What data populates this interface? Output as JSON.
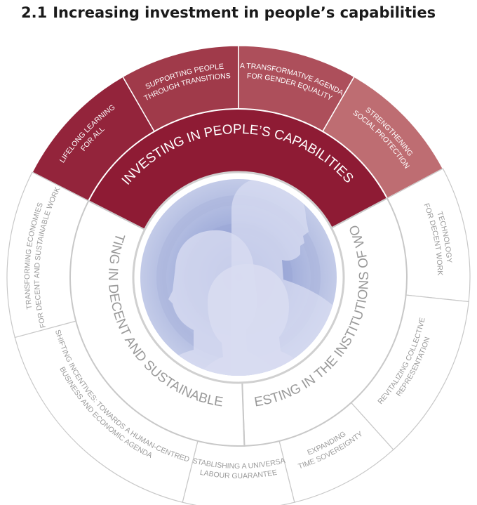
{
  "title": {
    "number": "2.1",
    "text": "Increasing investment in people’s capabilities"
  },
  "diagram": {
    "pillars": [
      {
        "id": "capabilities",
        "label": "Investing in people’s capabilities"
      },
      {
        "id": "institutions",
        "label": "Investing in the institutions of work"
      },
      {
        "id": "decent",
        "label": "Investing in decent and sustainable work"
      }
    ],
    "segments": [
      {
        "id": "lifelong",
        "lines": [
          "Lifelong learning",
          "for all"
        ]
      },
      {
        "id": "transitions",
        "lines": [
          "Supporting people",
          "through transitions"
        ]
      },
      {
        "id": "gender",
        "lines": [
          "A transformative agenda",
          "for gender equality"
        ]
      },
      {
        "id": "protection",
        "lines": [
          "Strengthening",
          "social protection"
        ]
      },
      {
        "id": "technology",
        "lines": [
          "Technology",
          "for decent work"
        ]
      },
      {
        "id": "representation",
        "lines": [
          "Revitalizing collective",
          "representation"
        ]
      },
      {
        "id": "time",
        "lines": [
          "Expanding",
          "time sovereignty"
        ]
      },
      {
        "id": "guarantee",
        "lines": [
          "Establishing a universal",
          "labour guarantee"
        ]
      },
      {
        "id": "incentives",
        "lines": [
          "Shifting incentives: towards a human-centred",
          "business and economic agenda"
        ]
      },
      {
        "id": "economies",
        "lines": [
          "Transforming economies",
          "for decent and sustainable work"
        ]
      }
    ],
    "colors": {
      "capabilities": "#8e1b34",
      "segment_shades": [
        "#93243b",
        "#a03a4a",
        "#ad4f5b",
        "#be6d72"
      ],
      "grey_segment": "#ffffff",
      "grey_stroke": "#c8c8c8",
      "grey_text": "#9a9a9a",
      "center_light": "#c3cbe8",
      "center_dark": "#7e8fcc",
      "silhouette": "#d8dcf1"
    }
  }
}
